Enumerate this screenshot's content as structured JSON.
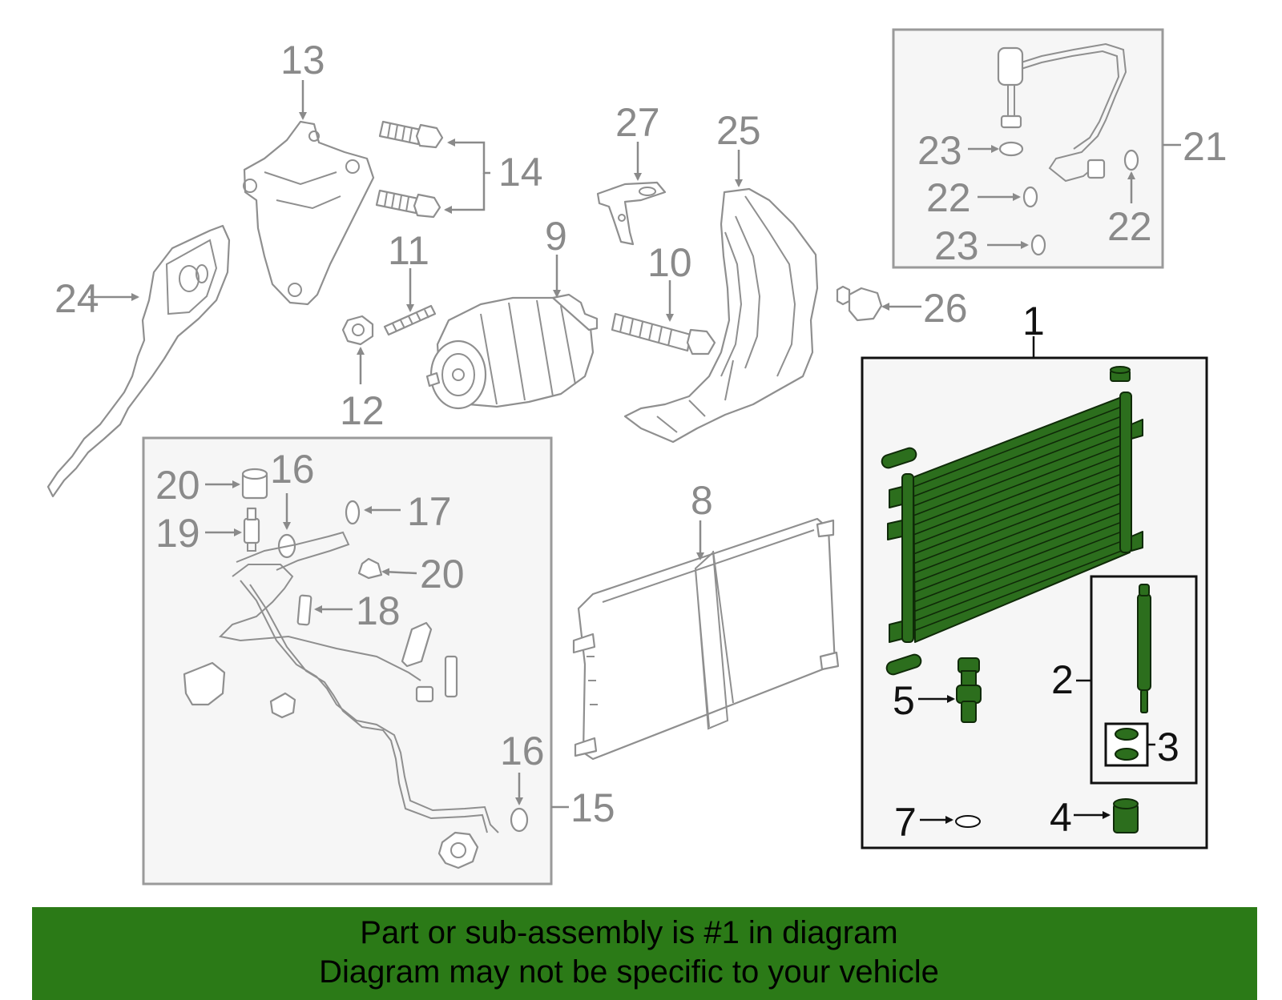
{
  "callouts": {
    "c1": "1",
    "c2": "2",
    "c3": "3",
    "c4": "4",
    "c5": "5",
    "c7": "7",
    "c8": "8",
    "c9": "9",
    "c10": "10",
    "c11": "11",
    "c12": "12",
    "c13": "13",
    "c14": "14",
    "c15": "15",
    "c16a": "16",
    "c16b": "16",
    "c17": "17",
    "c18": "18",
    "c19": "19",
    "c20a": "20",
    "c20b": "20",
    "c21": "21",
    "c22a": "22",
    "c22b": "22",
    "c23a": "23",
    "c23b": "23",
    "c24": "24",
    "c25": "25",
    "c26": "26",
    "c27": "27"
  },
  "banner": {
    "line1": "Part or sub-assembly is #1 in diagram",
    "line2": "Diagram may not be specific to your vehicle"
  },
  "colors": {
    "highlight": "#2c6e1d",
    "banner": "#2b7a17",
    "line_art": "#8f8f8f",
    "panel_fill": "#f6f6f6"
  }
}
